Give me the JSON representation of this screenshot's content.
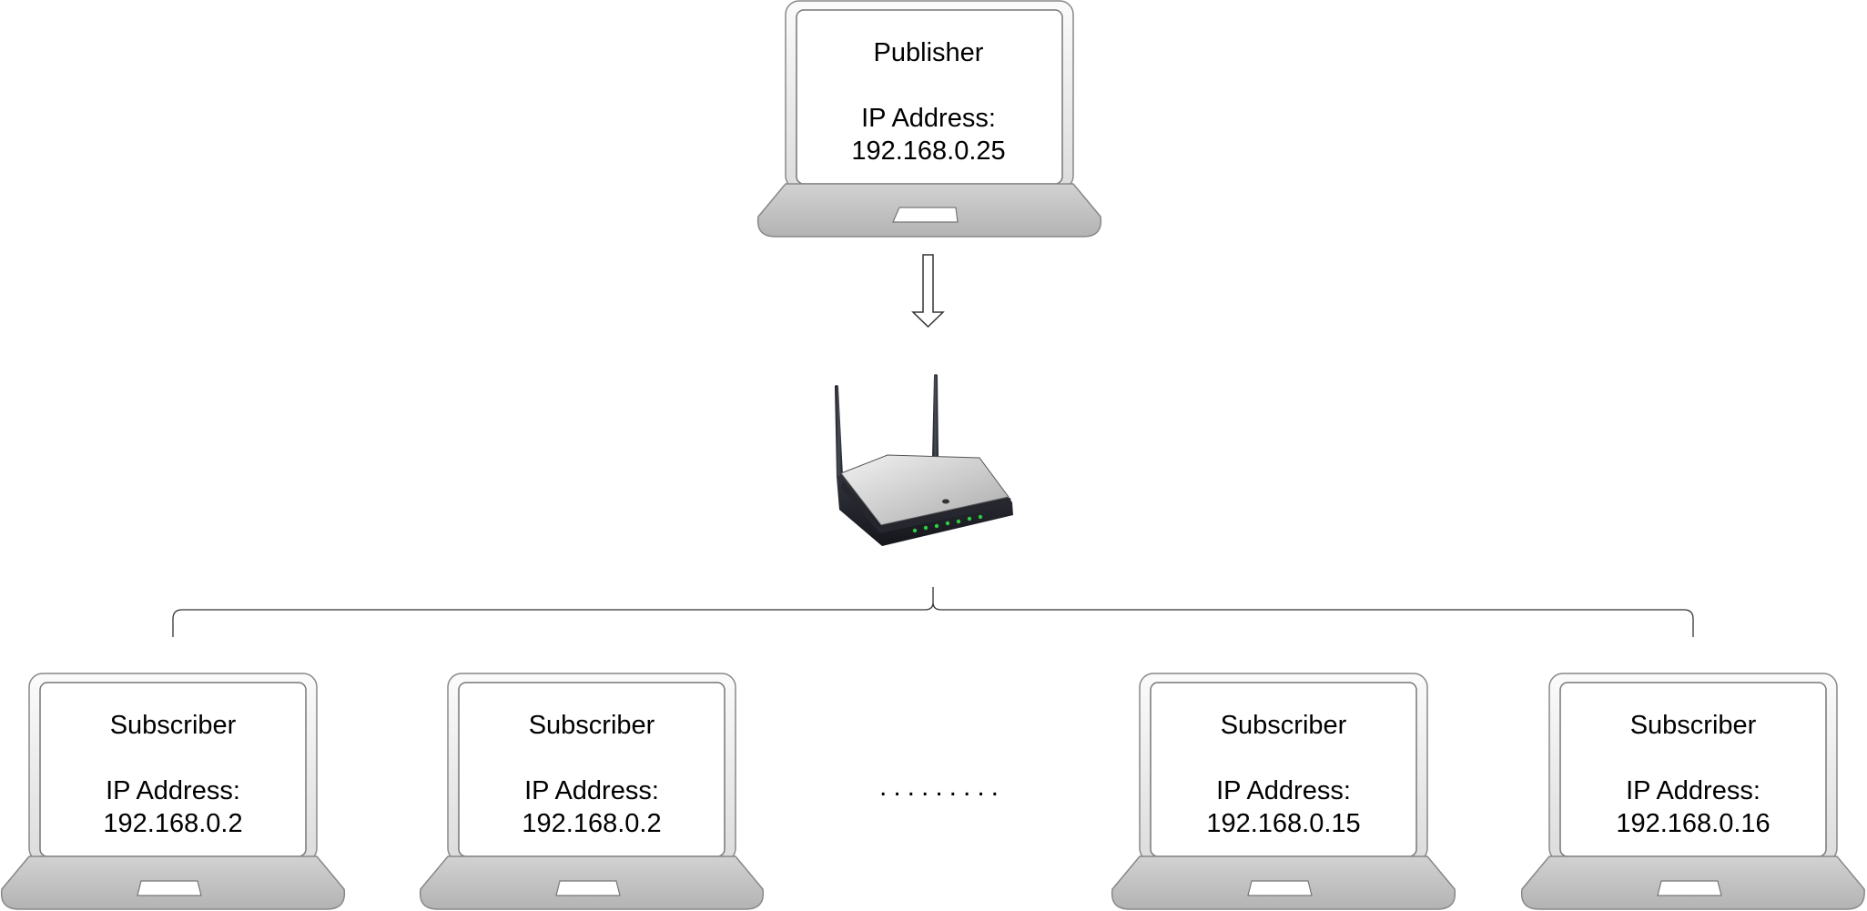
{
  "publisher": {
    "role": "Publisher",
    "ip_label": "IP Address:",
    "ip": "192.168.0.25"
  },
  "subscribers": [
    {
      "role": "Subscriber",
      "ip_label": "IP Address:",
      "ip": "192.168.0.2"
    },
    {
      "role": "Subscriber",
      "ip_label": "IP Address:",
      "ip": "192.168.0.2"
    },
    {
      "role": "Subscriber",
      "ip_label": "IP Address:",
      "ip": "192.168.0.15"
    },
    {
      "role": "Subscriber",
      "ip_label": "IP Address:",
      "ip": "192.168.0.16"
    }
  ],
  "ellipsis": ".........",
  "icons": {
    "laptop": "laptop-icon",
    "router": "wireless-router-icon",
    "arrow": "down-arrow-icon",
    "led_color": "#2ecc40"
  }
}
